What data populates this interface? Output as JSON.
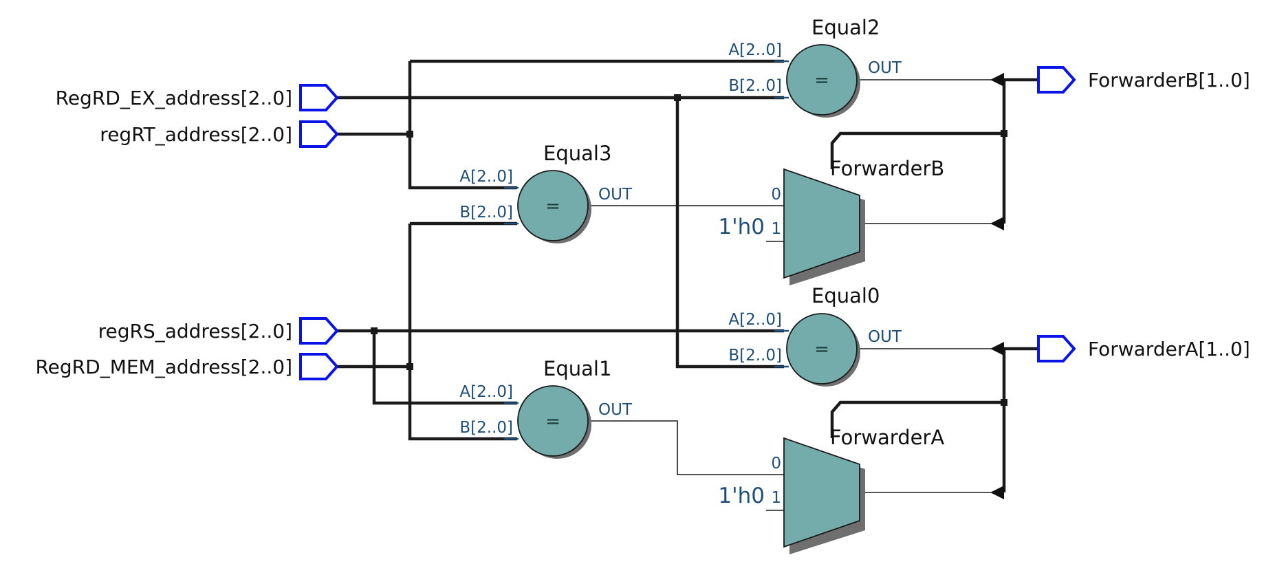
{
  "inputs": {
    "regrd_ex": "RegRD_EX_address[2..0]",
    "regrt": "regRT_address[2..0]",
    "regrs": "regRS_address[2..0]",
    "regrd_mem": "RegRD_MEM_address[2..0]"
  },
  "outputs": {
    "forwarder_b": "ForwarderB[1..0]",
    "forwarder_a": "ForwarderA[1..0]"
  },
  "comparators": {
    "equal2": {
      "name": "Equal2",
      "op": "=",
      "a": "A[2..0]",
      "b": "B[2..0]",
      "out": "OUT"
    },
    "equal3": {
      "name": "Equal3",
      "op": "=",
      "a": "A[2..0]",
      "b": "B[2..0]",
      "out": "OUT"
    },
    "equal0": {
      "name": "Equal0",
      "op": "=",
      "a": "A[2..0]",
      "b": "B[2..0]",
      "out": "OUT"
    },
    "equal1": {
      "name": "Equal1",
      "op": "=",
      "a": "A[2..0]",
      "b": "B[2..0]",
      "out": "OUT"
    }
  },
  "muxes": {
    "forwarder_b": {
      "name": "ForwarderB",
      "in0": "0",
      "in1": "1",
      "const": "1'h0"
    },
    "forwarder_a": {
      "name": "ForwarderA",
      "in0": "0",
      "in1": "1",
      "const": "1'h0"
    }
  },
  "colors": {
    "component_fill": "#74acac",
    "pin_outline": "#0a14e6",
    "port_label": "#1f4e79",
    "wire": "#1a1a1a"
  }
}
